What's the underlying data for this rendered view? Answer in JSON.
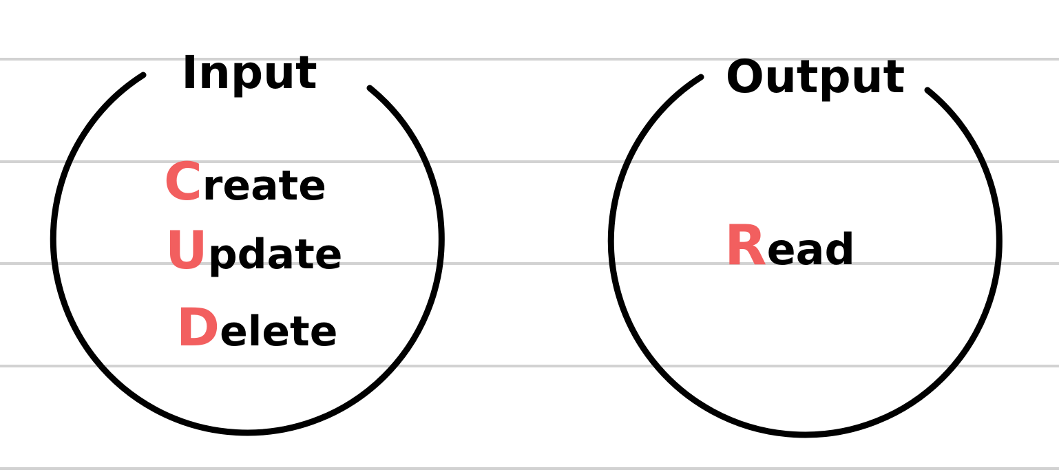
{
  "colors": {
    "background": "#ffffff",
    "ruled_line": "#d2d2d2",
    "ink": "#000000",
    "accent": "#f25f5f"
  },
  "groups": [
    {
      "label": "Input",
      "items": [
        {
          "initial": "C",
          "rest": "reate"
        },
        {
          "initial": "U",
          "rest": "pdate"
        },
        {
          "initial": "D",
          "rest": "elete"
        }
      ]
    },
    {
      "label": "Output",
      "items": [
        {
          "initial": "R",
          "rest": "ead"
        }
      ]
    }
  ]
}
